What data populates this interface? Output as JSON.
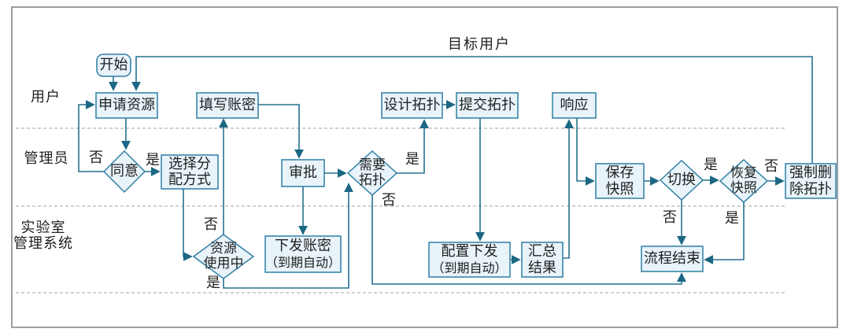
{
  "lanes": [
    {
      "id": "user",
      "label": "用户"
    },
    {
      "id": "admin",
      "label": "管理员"
    },
    {
      "id": "system",
      "line1": "实验室",
      "line2": "管理系统"
    }
  ],
  "nodes": {
    "start": {
      "label": "开始"
    },
    "apply_resource": {
      "label": "申请资源"
    },
    "fill_credentials": {
      "label": "填写账密"
    },
    "design_topology": {
      "label": "设计拓扑"
    },
    "submit_topology": {
      "label": "提交拓扑"
    },
    "response": {
      "label": "响应"
    },
    "agree": {
      "label": "同意"
    },
    "select_allocation": {
      "line1": "选择分",
      "line2": "配方式"
    },
    "approval": {
      "label": "审批"
    },
    "need_topology": {
      "line1": "需要",
      "line2": "拓扑"
    },
    "resource_in_use": {
      "line1": "资源",
      "line2": "使用中"
    },
    "issue_credentials": {
      "line1": "下发账密",
      "line2": "（到期自动）"
    },
    "config_deploy": {
      "line1": "配置下发",
      "line2": "（到期自动）"
    },
    "summary_result": {
      "line1": "汇总",
      "line2": "结果"
    },
    "save_snapshot": {
      "line1": "保存",
      "line2": "快照"
    },
    "switch": {
      "label": "切换"
    },
    "restore_snapshot": {
      "line1": "恢复",
      "line2": "快照"
    },
    "force_delete": {
      "line1": "强制删",
      "line2": "除拓扑"
    },
    "end": {
      "label": "流程结束"
    }
  },
  "edge_labels": {
    "target_user": "目标用户",
    "agree_no": "否",
    "agree_yes": "是",
    "inuse_no": "否",
    "inuse_yes": "是",
    "need_yes": "是",
    "need_no": "否",
    "switch_yes": "是",
    "switch_no": "否",
    "restore_no": "否",
    "restore_yes": "是"
  },
  "colors": {
    "shape_border": "#2e7ea3",
    "shape_fill": "#e8f3fa",
    "line": "#26718f",
    "text": "#1f1f1f",
    "lane_divider": "#b3b3b3",
    "frame": "#9b9ea3"
  }
}
